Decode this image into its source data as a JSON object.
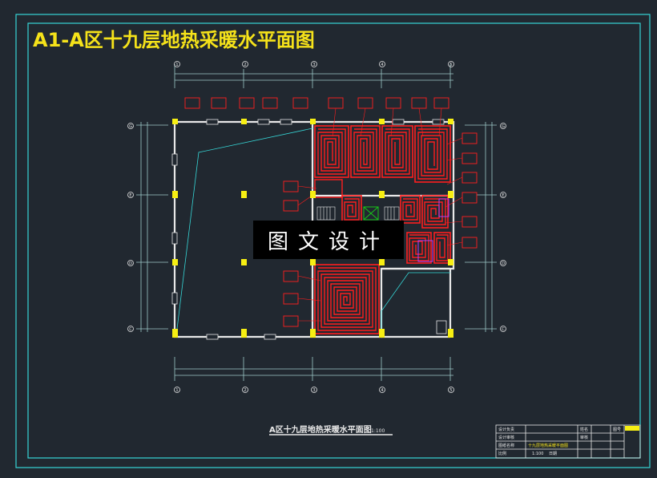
{
  "title": "A1-A区十九层地热采暖水平面图",
  "subtitle": "A区十九层地热采暖水平面图",
  "scale": "1:100",
  "watermark": "图文设计",
  "axes": {
    "top": [
      "1",
      "2",
      "3",
      "4",
      "5"
    ],
    "bottom": [
      "1",
      "2",
      "3",
      "4",
      "5"
    ],
    "left": [
      "G",
      "E",
      "D",
      "C"
    ],
    "right": [
      "G",
      "E",
      "D",
      "C"
    ]
  },
  "title_block": {
    "rows": [
      [
        "设计负责",
        "",
        "姓名",
        "",
        "图号",
        ""
      ],
      [
        "设计审核",
        "",
        "审核",
        "",
        "",
        ""
      ],
      [
        "图纸名称",
        "十九层地热采暖平面图",
        "",
        "",
        "",
        ""
      ],
      [
        "比例",
        "1:100",
        "日期",
        "",
        "",
        ""
      ]
    ]
  },
  "colors": {
    "background": "#212830",
    "frame": "#36d6d6",
    "title": "#f5e21a",
    "walls": "#e8e8e8",
    "heating": "#ff1e1e",
    "columns": "#f7ef13",
    "pipe_link": "#36d6d6",
    "dim": "#9ec9c9",
    "green": "#19c41a",
    "purple": "#b43cff"
  }
}
